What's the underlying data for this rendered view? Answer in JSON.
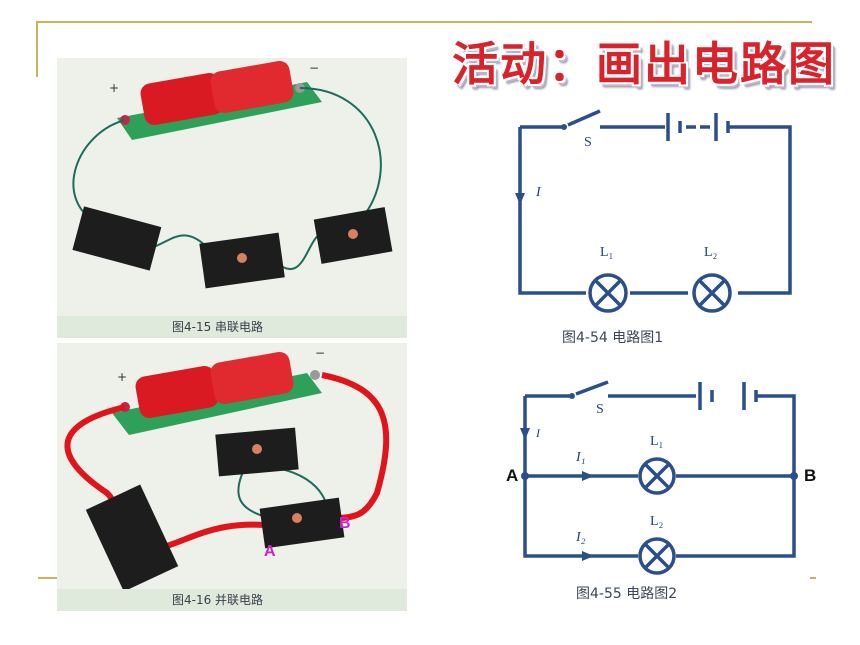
{
  "title": "活动：画出电路图",
  "photo_series": {
    "caption": "图4-15 串联电路",
    "plus": "+",
    "minus": "−"
  },
  "photo_parallel": {
    "caption": "图4-16 并联电路",
    "plus": "+",
    "minus": "−",
    "point_a": "A",
    "point_b": "B"
  },
  "circuit1": {
    "caption": "图4-54  电路图1",
    "switch_label": "S",
    "current_label": "I",
    "lamp1_label": "L₁",
    "lamp2_label": "L₂"
  },
  "circuit2": {
    "caption": "图4-55  电路图2",
    "switch_label": "S",
    "current_label": "I",
    "branch1_current": "I₁",
    "branch2_current": "I₂",
    "lamp1_label": "L₁",
    "lamp2_label": "L₂",
    "node_a": "A",
    "node_b": "B"
  },
  "colors": {
    "wire": "#2b4f8a",
    "rule": "#c9b45a",
    "title": "#d9222a",
    "red_wire": "#e0141a",
    "battery": "#d91a22",
    "base": "#2fa05a"
  }
}
